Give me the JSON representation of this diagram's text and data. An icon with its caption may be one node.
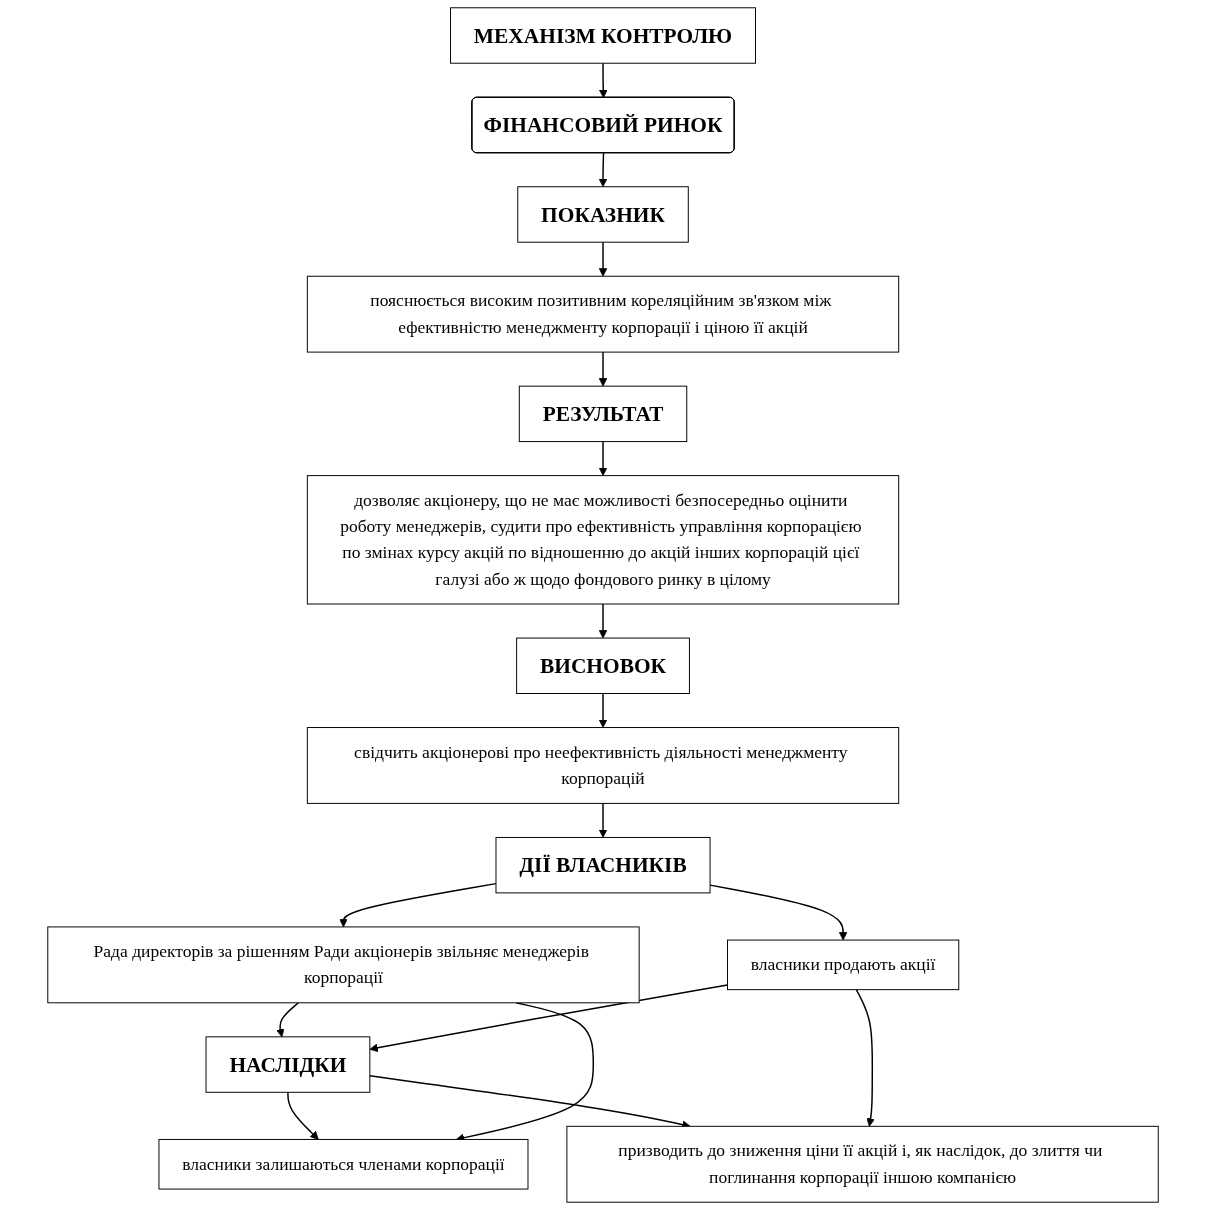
{
  "diagram": {
    "nodes": [
      {
        "text": [
          "МЕХАНІЗМ КОНТРОЛЮ"
        ]
      },
      {
        "text": [
          "ФІНАНСОВИЙ РИНОК"
        ]
      },
      {
        "text": [
          "ПОКАЗНИК"
        ]
      },
      {
        "text": [
          "пояснюється високим позитивним кореляційним зв'язком між ефективністю менеджменту корпорації і ціною її акцій"
        ]
      },
      {
        "text": [
          "РЕЗУЛЬТАТ"
        ]
      },
      {
        "text": [
          "дозволяє акціонеру, що не має можливості безпосередньо оцінити роботу менеджерів, судити про ефективність управління корпорацією по змінах курсу акцій по відношенню до акцій інших корпорацій цієї галузі або ж щодо фондового ринку в цілому"
        ]
      },
      {
        "text": [
          "ВИСНОВОК"
        ]
      },
      {
        "text": [
          "свідчить акціонерові про неефективність діяльності менеджменту корпорацій"
        ]
      },
      {
        "text": [
          "ДІЇ ВЛАСНИКІВ"
        ]
      },
      {
        "text": [
          "Рада директорів за рішенням Ради акціонерів звільняє менеджерів корпорації"
        ]
      },
      {
        "text": [
          "власники продають акції"
        ]
      },
      {
        "text": [
          "НАСЛІДКИ"
        ]
      },
      {
        "text": [
          "власники залишаються членами корпорації"
        ]
      },
      {
        "text": [
          "призводить до зниження ціни її акцій і, як наслідок, до злиття чи поглинання корпорації іншою компанією"
        ]
      }
    ],
    "edges": [
      {
        "from": 0,
        "to": 1,
        "arrow": "to"
      },
      {
        "from": 1,
        "to": 2,
        "arrow": "to"
      },
      {
        "from": 2,
        "to": 3,
        "arrow": "to"
      },
      {
        "from": 3,
        "to": 4,
        "arrow": "to"
      },
      {
        "from": 4,
        "to": 5,
        "arrow": "to"
      },
      {
        "from": 5,
        "to": 6,
        "arrow": "to"
      },
      {
        "from": 6,
        "to": 7,
        "arrow": "to"
      },
      {
        "from": 7,
        "to": 8,
        "arrow": "to"
      },
      {
        "from": 8,
        "to": 9,
        "arrow": "to"
      },
      {
        "from": 8,
        "to": 10,
        "arrow": "to"
      },
      {
        "from": 9,
        "to": 11,
        "arrow": "to"
      },
      {
        "from": 10,
        "to": 11,
        "arrow": "to"
      },
      {
        "from": 11,
        "to": 12,
        "arrow": "to"
      },
      {
        "from": 11,
        "to": 13,
        "arrow": "to"
      },
      {
        "from": 9,
        "to": 12,
        "arrow": "to"
      },
      {
        "from": 10,
        "to": 13,
        "arrow": "to"
      }
    ]
  }
}
